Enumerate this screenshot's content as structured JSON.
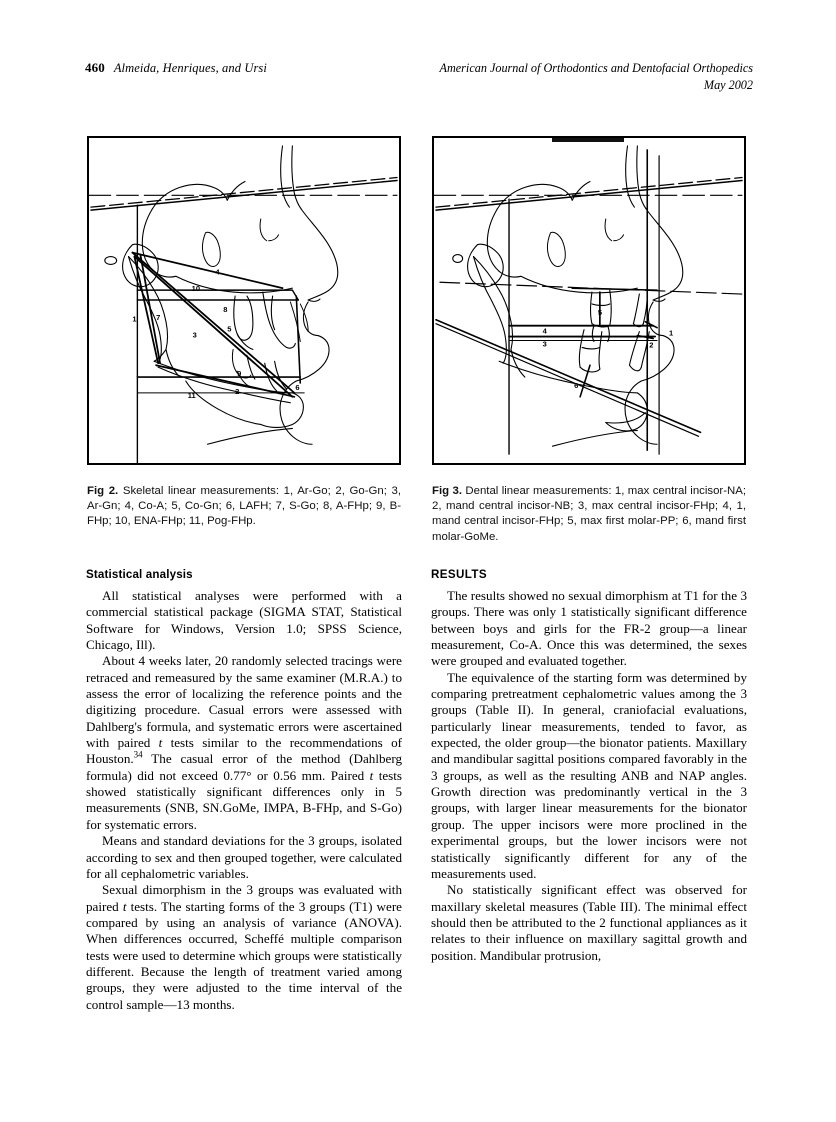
{
  "page": {
    "number": "460",
    "running_head_left": "Almeida, Henriques, and Ursi",
    "journal_title": "American Journal of Orthodontics and Dentofacial Orthopedics",
    "issue_date": "May 2002",
    "background_color": "#ffffff",
    "text_color": "#000000"
  },
  "figures": {
    "fig2": {
      "label": "Fig 2.",
      "caption": " Skeletal linear measurements: 1, Ar-Go; 2, Go-Gn; 3, Ar-Gn; 4, Co-A; 5, Co-Gn; 6, LAFH; 7, S-Go; 8, A-FHp; 9, B-FHp; 10, ENA-FHp; 11, Pog-FHp.",
      "alt": "Lateral cephalometric tracing with numbered skeletal linear measurement lines",
      "markers": [
        "1",
        "2",
        "3",
        "4",
        "5",
        "6",
        "7",
        "8",
        "9",
        "10",
        "11"
      ]
    },
    "fig3": {
      "label": "Fig 3.",
      "caption": " Dental linear measurements: 1, max central incisor-NA; 2, mand central incisor-NB; 3, max central incisor-FHp; 4, 1, mand central incisor-FHp; 5, max first molar-PP; 6, mand first molar-GoMe.",
      "alt": "Lateral cephalometric tracing with numbered dental linear measurement lines",
      "markers": [
        "1",
        "2",
        "3",
        "4",
        "5",
        "6"
      ]
    }
  },
  "left_column": {
    "heading": "Statistical analysis",
    "paragraphs": [
      "All statistical analyses were performed with a commercial statistical package (SIGMA STAT, Statistical Software for Windows, Version 1.0; SPSS Science, Chicago, Ill).",
      "About 4 weeks later, 20 randomly selected tracings were retraced and remeasured by the same examiner (M.R.A.) to assess the error of localizing the reference points and the digitizing procedure. Casual errors were assessed with Dahlberg's formula, and systematic errors were ascertained with paired t tests similar to the recommendations of Houston.34 The casual error of the method (Dahlberg formula) did not exceed 0.77° or 0.56 mm. Paired t tests showed statistically significant differences only in 5 measurements (SNB, SN.GoMe, IMPA, B-FHp, and S-Go) for systematic errors.",
      "Means and standard deviations for the 3 groups, isolated according to sex and then grouped together, were calculated for all cephalometric variables.",
      "Sexual dimorphism in the 3 groups was evaluated with paired t tests. The starting forms of the 3 groups (T1) were compared by using an analysis of variance (ANOVA). When differences occurred, Scheffé multiple comparison tests were used to determine which groups were statistically different. Because the length of treatment varied among groups, they were adjusted to the time interval of the control sample—13 months."
    ],
    "para2_parts": {
      "a": "About 4 weeks later, 20 randomly selected tracings were retraced and remeasured by the same examiner (M.R.A.) to assess the error of localizing the reference points and the digitizing procedure. Casual errors were assessed with Dahlberg's formula, and systematic errors were ascertained with paired ",
      "italic1": "t",
      "b": " tests similar to the recommendations of Houston.",
      "superscript": "34",
      "c": " The casual error of the method (Dahlberg formula) did not exceed 0.77° or 0.56 mm. Paired ",
      "italic2": "t",
      "d": " tests showed statistically significant differences only in 5 measurements (SNB, SN.GoMe, IMPA, B-FHp, and S-Go) for systematic errors."
    },
    "para4_parts": {
      "a": "Sexual dimorphism in the 3 groups was evaluated with paired ",
      "italic1": "t",
      "b": " tests. The starting forms of the 3 groups (T1) were compared by using an analysis of variance (ANOVA). When differences occurred, Scheffé multiple comparison tests were used to determine which groups were statistically different. Because the length of treatment varied among groups, they were adjusted to the time interval of the control sample—13 months."
    }
  },
  "right_column": {
    "heading": "RESULTS",
    "paragraphs": [
      "The results showed no sexual dimorphism at T1 for the 3 groups. There was only 1 statistically significant difference between boys and girls for the FR-2 group—a linear measurement, Co-A. Once this was determined, the sexes were grouped and evaluated together.",
      "The equivalence of the starting form was determined by comparing pretreatment cephalometric values among the 3 groups (Table II). In general, craniofacial evaluations, particularly linear measurements, tended to favor, as expected, the older group—the bionator patients. Maxillary and mandibular sagittal positions compared favorably in the 3 groups, as well as the resulting ANB and NAP angles. Growth direction was predominantly vertical in the 3 groups, with larger linear measurements for the bionator group. The upper incisors were more proclined in the experimental groups, but the lower incisors were not statistically significantly different for any of the measurements used.",
      "No statistically significant effect was observed for maxillary skeletal measures (Table III). The minimal effect should then be attributed to the 2 functional appliances as it relates to their influence on maxillary sagittal growth and position. Mandibular protrusion,"
    ]
  }
}
